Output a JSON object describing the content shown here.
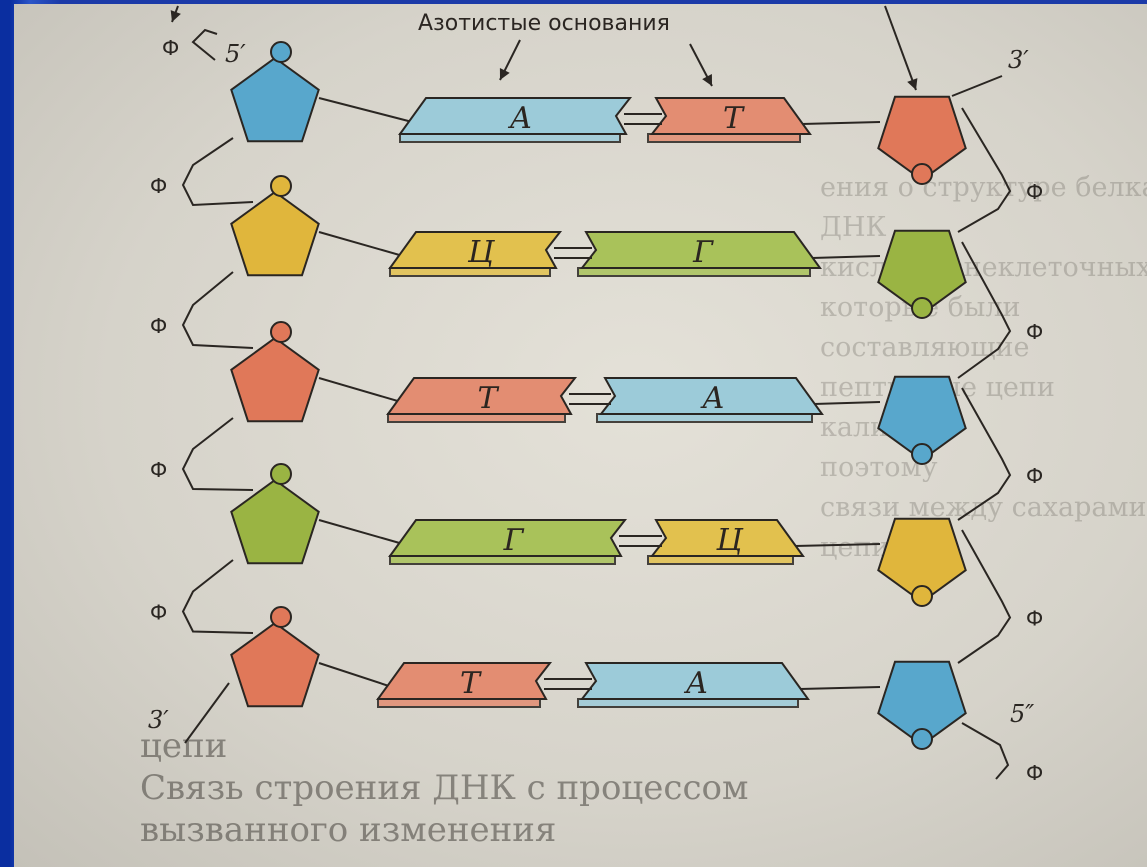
{
  "diagram": {
    "heading": "Азотистые основания",
    "phosphate_label": "Ф",
    "left_top_end": "5′",
    "right_top_end": "3′",
    "left_bottom_end": "3′",
    "right_bottom_end": "5″",
    "colors": {
      "A": "#9ccbd9",
      "T": "#e38d72",
      "C": "#e2c14e",
      "G": "#a9c25a",
      "sugar_blue": "#58a7cc",
      "sugar_orange": "#e07859",
      "sugar_yellow": "#e0b63c",
      "sugar_green": "#9ab443",
      "line": "#2a2622"
    },
    "rows": [
      {
        "left_base": "А",
        "right_base": "Т",
        "left_color": "A",
        "right_color": "T",
        "left_sugar": "sugar_blue",
        "right_sugar": "sugar_orange"
      },
      {
        "left_base": "Ц",
        "right_base": "Г",
        "left_color": "C",
        "right_color": "G",
        "left_sugar": "sugar_yellow",
        "right_sugar": "sugar_green"
      },
      {
        "left_base": "Т",
        "right_base": "А",
        "left_color": "T",
        "right_color": "A",
        "left_sugar": "sugar_orange",
        "right_sugar": "sugar_blue"
      },
      {
        "left_base": "Г",
        "right_base": "Ц",
        "left_color": "G",
        "right_color": "C",
        "left_sugar": "sugar_green",
        "right_sugar": "sugar_yellow"
      },
      {
        "left_base": "Т",
        "right_base": "А",
        "left_color": "T",
        "right_color": "A",
        "left_sugar": "sugar_orange",
        "right_sugar": "sugar_blue"
      }
    ],
    "left_phosphates": [
      "Ф",
      "Ф",
      "Ф",
      "Ф",
      "Ф"
    ],
    "right_phosphates": [
      "Ф",
      "Ф",
      "Ф",
      "Ф",
      "Ф"
    ]
  },
  "background_text": {
    "right_column": "ения о структуре белка\nДНК\nкислоты внеклеточных\nкоторые были\nсоставляющие\nпептидные цепи\nкалиевых\nпоэтому\nсвязи между сахарами и фосфатами\nцепи",
    "bottom_lines": "цепи\nСвязь строения ДНК с процессом\nвызванного изменения"
  }
}
